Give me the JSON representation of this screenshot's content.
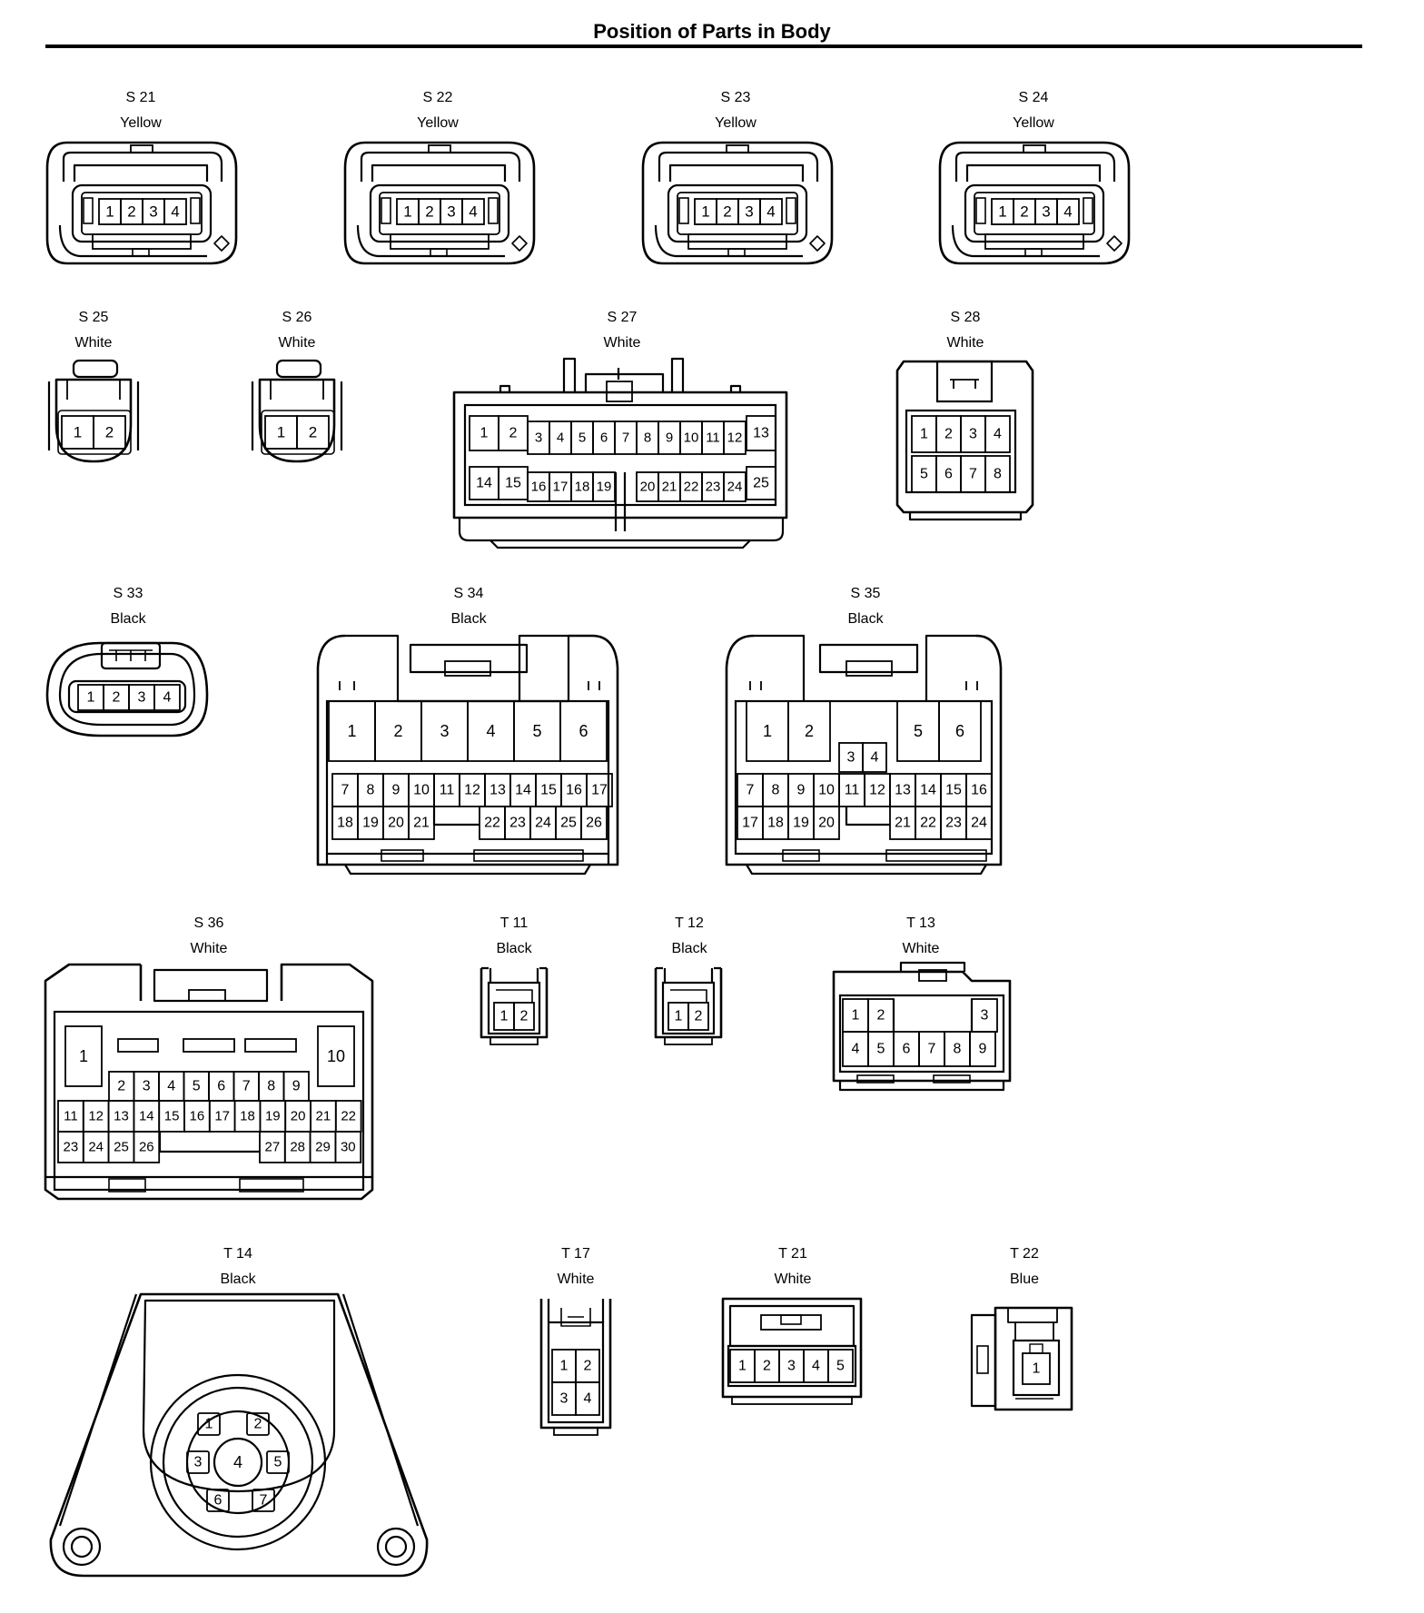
{
  "page": {
    "title": "Position of Parts in Body"
  },
  "connectors": [
    {
      "id": "S 21",
      "color": "Yellow"
    },
    {
      "id": "S 22",
      "color": "Yellow"
    },
    {
      "id": "S 23",
      "color": "Yellow"
    },
    {
      "id": "S 24",
      "color": "Yellow"
    },
    {
      "id": "S 25",
      "color": "White"
    },
    {
      "id": "S 26",
      "color": "White"
    },
    {
      "id": "S 27",
      "color": "White"
    },
    {
      "id": "S 28",
      "color": "White"
    },
    {
      "id": "S 33",
      "color": "Black"
    },
    {
      "id": "S 34",
      "color": "Black"
    },
    {
      "id": "S 35",
      "color": "Black"
    },
    {
      "id": "S 36",
      "color": "White"
    },
    {
      "id": "T 11",
      "color": "Black"
    },
    {
      "id": "T 12",
      "color": "Black"
    },
    {
      "id": "T 13",
      "color": "White"
    },
    {
      "id": "T 14",
      "color": "Black"
    },
    {
      "id": "T 17",
      "color": "White"
    },
    {
      "id": "T 21",
      "color": "White"
    },
    {
      "id": "T 22",
      "color": "Blue"
    }
  ]
}
